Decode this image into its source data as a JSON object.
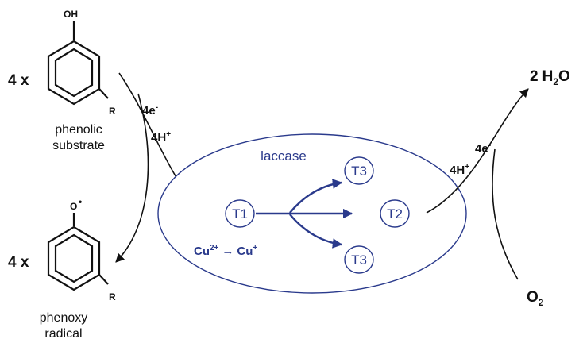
{
  "substrate": {
    "coefficient": "4 x",
    "oh_label": "OH",
    "r_label": "R",
    "name_line1": "phenolic",
    "name_line2": "substrate"
  },
  "product": {
    "coefficient": "4 x",
    "o_label": "O",
    "radical_dot": "•",
    "r_label": "R",
    "name_line1": "phenoxy",
    "name_line2": "radical"
  },
  "left_transfer": {
    "electrons": "4e",
    "electrons_sup": "-",
    "protons": "4H",
    "protons_sup": "+"
  },
  "enzyme": {
    "name": "laccase",
    "sites": {
      "t1": "T1",
      "t2": "T2",
      "t3_top": "T3",
      "t3_bottom": "T3"
    },
    "redox": {
      "from_base": "Cu",
      "from_charge": "2+",
      "arrow": "→",
      "to_base": "Cu",
      "to_charge": "+"
    }
  },
  "right_transfer": {
    "electrons": "4e",
    "electrons_sup": "-",
    "protons": "4H",
    "protons_sup": "+"
  },
  "water": {
    "coefficient": "2",
    "h": "H",
    "sub": "2",
    "o": "O"
  },
  "oxygen": {
    "o": "O",
    "sub": "2"
  },
  "colors": {
    "enzyme": "#2a3a8c",
    "ink": "#111111"
  }
}
